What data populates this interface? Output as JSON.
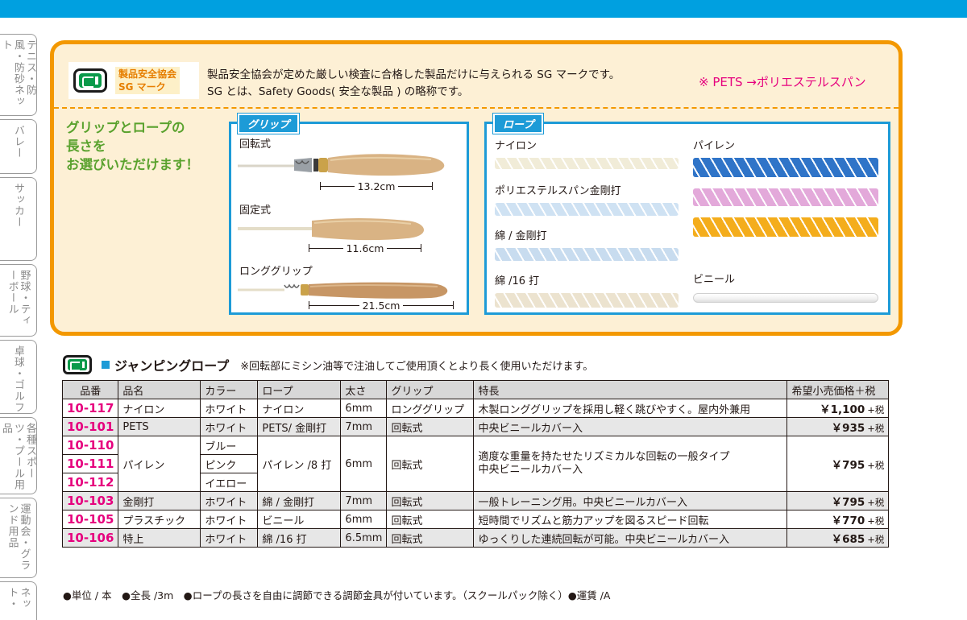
{
  "side_tabs": [
    {
      "label": "テニス・防風・防砂ネット"
    },
    {
      "label": "バレー"
    },
    {
      "label": "サッカー"
    },
    {
      "label": "野球・ティーボール"
    },
    {
      "label": "卓球・ゴルフ"
    },
    {
      "label": "各種スポーツ・プール用品"
    },
    {
      "label": "運動会・グランド用品"
    },
    {
      "label": "ネット・"
    }
  ],
  "sg": {
    "badge_line1": "製品安全協会",
    "badge_line2": "SG マーク",
    "desc_line1": "製品安全協会が定めた厳しい検査に合格した製品だけに与えられる SG マークです。",
    "desc_line2": "SG とは、Safety Goods( 安全な製品 ) の略称です。",
    "pets_note": "※ PETS →ポリエステルスパン"
  },
  "cta": {
    "line1": "グリップとロープの",
    "line2": "長さを",
    "line3": "お選びいただけます！"
  },
  "grip_panel": {
    "title": "グリップ",
    "items": [
      {
        "label": "回転式",
        "length": "13.2cm"
      },
      {
        "label": "固定式",
        "length": "11.6cm"
      },
      {
        "label": "ロンググリップ",
        "length": "21.5cm"
      }
    ]
  },
  "rope_panel": {
    "title": "ロープ",
    "items": [
      {
        "label": "ナイロン",
        "color": "#f1ecd8"
      },
      {
        "label": "ポリエステルスパン金剛打",
        "color": "#cfe2f3"
      },
      {
        "label": "綿 / 金剛打",
        "color": "#c8dcef"
      },
      {
        "label": "綿 /16 打",
        "color": "#ece3cf"
      },
      {
        "label": "パイレン",
        "colors": [
          "#2f74c8",
          "#e3a9da",
          "#f4ad1c"
        ]
      },
      {
        "label": "ビニール",
        "color": "#f2f2f2"
      }
    ]
  },
  "product": {
    "title": "ジャンピングロープ",
    "note": "※回転部にミシン油等で注油してご使用頂くとより長く使用いただけます。"
  },
  "table": {
    "headers": [
      "品番",
      "品名",
      "カラー",
      "ロープ",
      "太さ",
      "グリップ",
      "特長",
      "希望小売価格＋税"
    ],
    "tax_label": "+税",
    "rows": [
      {
        "code": "10-117",
        "name": "ナイロン",
        "color": "ホワイト",
        "rope": "ナイロン",
        "size": "6mm",
        "grip": "ロンググリップ",
        "feature": "木製ロンググリップを採用し軽く跳びやすく。屋内外兼用",
        "price": "￥1,100"
      },
      {
        "code": "10-101",
        "name": "PETS",
        "color": "ホワイト",
        "rope": "PETS/ 金剛打",
        "size": "7mm",
        "grip": "回転式",
        "feature": "中央ビニールカバー入",
        "price": "￥935"
      },
      {
        "code": "10-110",
        "color": "ブルー"
      },
      {
        "code": "10-111",
        "color": "ピンク"
      },
      {
        "code": "10-112",
        "color": "イエロー"
      },
      {
        "code": "10-103",
        "name": "金剛打",
        "color": "ホワイト",
        "rope": "綿 / 金剛打",
        "size": "7mm",
        "grip": "回転式",
        "feature": "一般トレーニング用。中央ビニールカバー入",
        "price": "￥795"
      },
      {
        "code": "10-105",
        "name": "プラスチック",
        "color": "ホワイト",
        "rope": "ビニール",
        "size": "6mm",
        "grip": "回転式",
        "feature": "短時間でリズムと筋力アップを図るスピード回転",
        "price": "￥770"
      },
      {
        "code": "10-106",
        "name": "特上",
        "color": "ホワイト",
        "rope": "綿 /16 打",
        "size": "6.5mm",
        "grip": "回転式",
        "feature": "ゆっくりした連続回転が可能。中央ビニールカバー入",
        "price": "￥685"
      }
    ],
    "group": {
      "name": "パイレン",
      "rope": "パイレン /8 打",
      "size": "6mm",
      "grip": "回転式",
      "feature_line1": "適度な重量を持たせたリズミカルな回転の一般タイプ",
      "feature_line2": "中央ビニールカバー入",
      "price": "￥795"
    }
  },
  "footnote": "●単位 / 本　●全長 /3m　●ロープの長さを自由に調節できる調節金具が付いています。（スクールパック除く）●運賃 /A"
}
